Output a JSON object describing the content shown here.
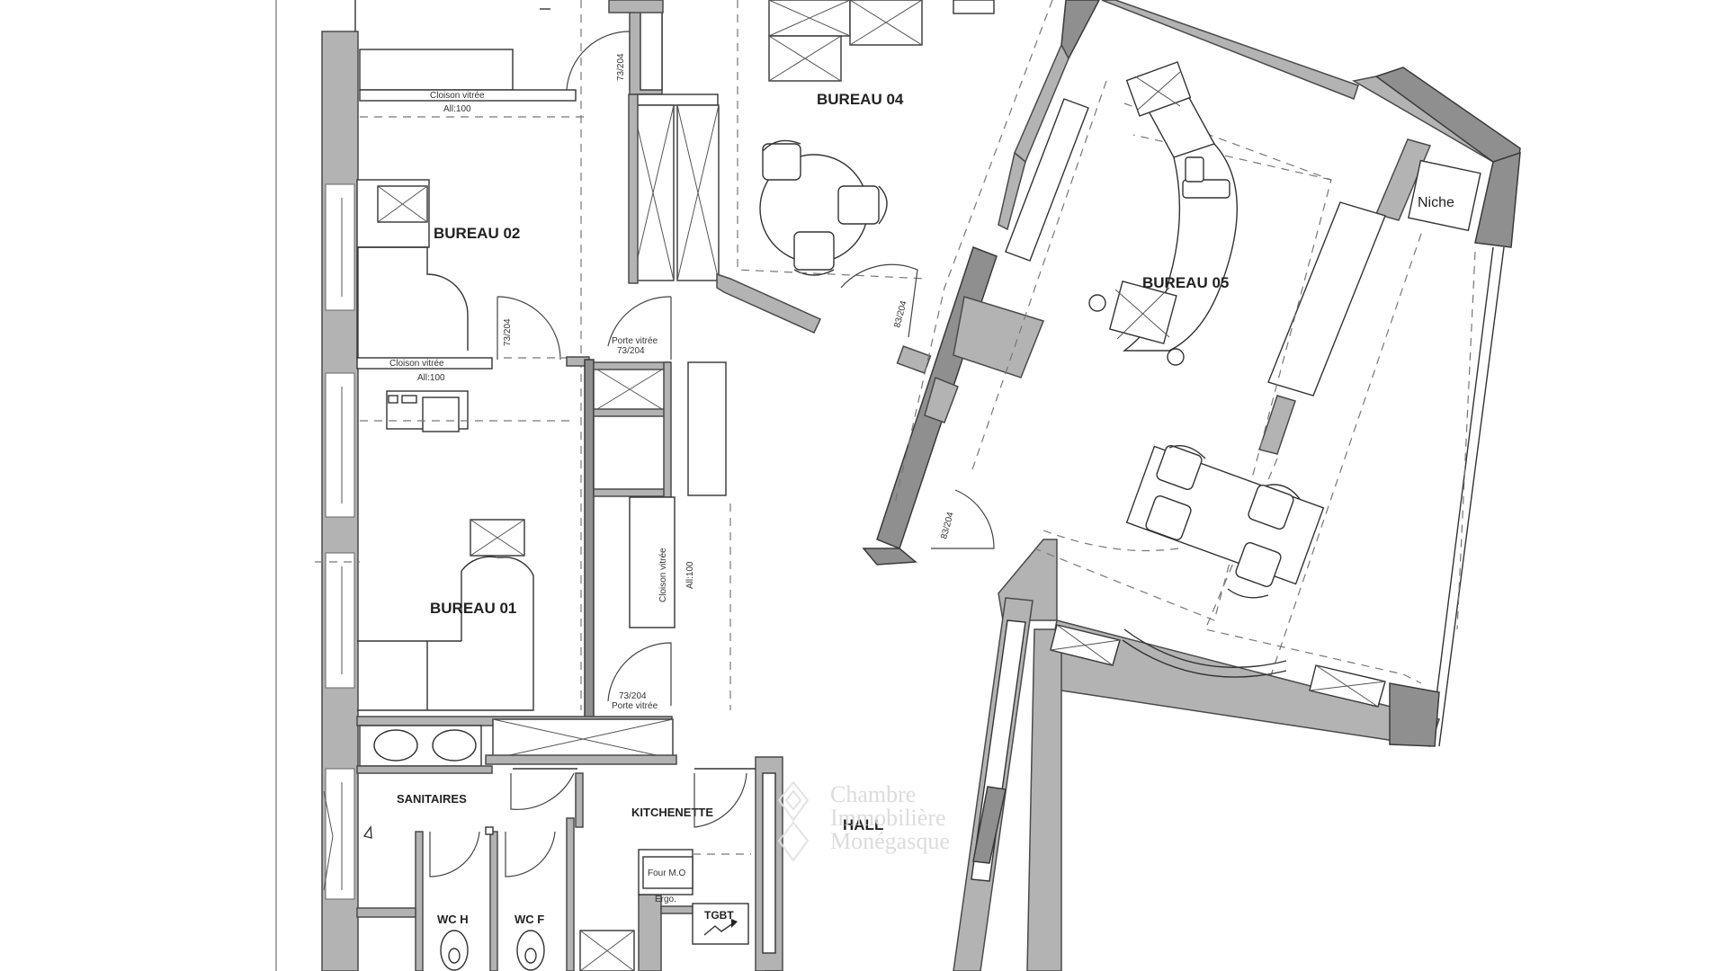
{
  "rooms": {
    "bureau01": "BUREAU 01",
    "bureau02": "BUREAU 02",
    "bureau04": "BUREAU 04",
    "bureau05": "BUREAU 05",
    "sanitaires": "SANITAIRES",
    "kitchenette": "KITCHENETTE",
    "hall": "HALL",
    "wc_h": "WC  H",
    "wc_f": "WC  F",
    "niche": "Niche"
  },
  "annotations": {
    "cloison_vitree": "Cloison vitrée",
    "all100": "All:100",
    "all100_vertical": "All:100",
    "porte_vitree": "Porte vitrée",
    "dim_73_204": "73/204",
    "dim_83_204": "83/204",
    "four_mo": "Four M.O",
    "ergo": "Ergo.",
    "tgbt": "TGBT"
  },
  "watermark": {
    "line1": "Chambre",
    "line2": "Immobilière",
    "line3": "Monégasque"
  }
}
